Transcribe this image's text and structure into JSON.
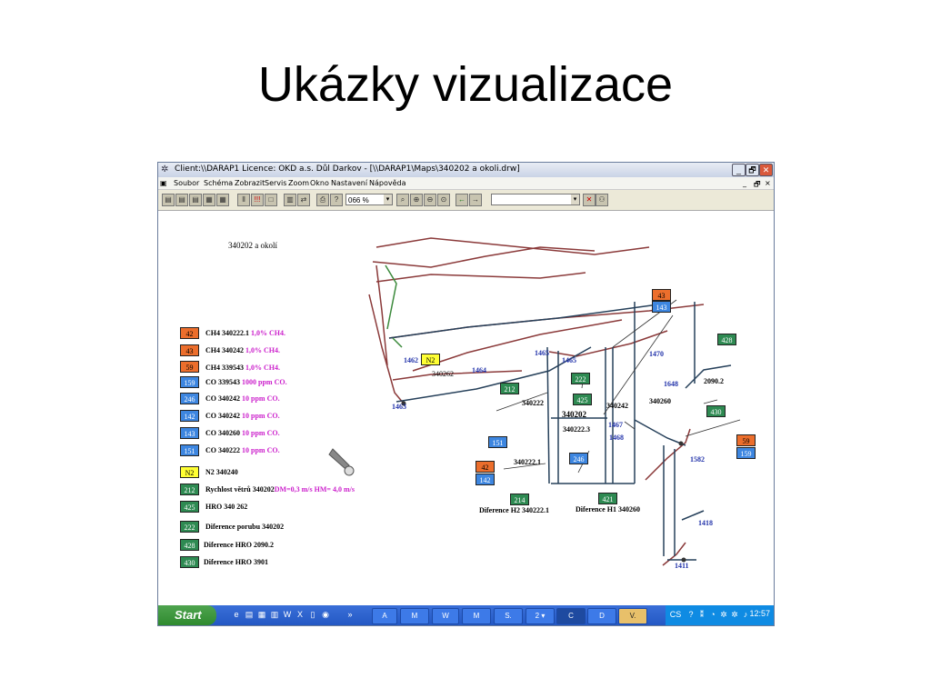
{
  "slide": {
    "title": "Ukázky vizualizace"
  },
  "window": {
    "title": "Client:\\\\DARAP1 Licence: OKD a.s. Důl Darkov - [\\\\DARAP1\\Maps\\340202 a okoli.drw]",
    "buttons": [
      "_",
      "🗗",
      "✕"
    ],
    "menu": [
      "Soubor",
      "Schéma",
      "Zobrazit",
      "Servis",
      "Zoom",
      "Okno",
      "Nastavení",
      "Nápověda"
    ],
    "zoom_value": "066 %",
    "layer_value": ""
  },
  "map": {
    "heading": "340202 a okolí",
    "legend": [
      {
        "badge": "42",
        "color": "orange",
        "label": "CH4 340222.1",
        "value": "1,0% CH4."
      },
      {
        "badge": "43",
        "color": "orange",
        "label": "CH4 340242",
        "value": "1,0% CH4."
      },
      {
        "badge": "59",
        "color": "orange",
        "label": "CH4 339543",
        "value": "1,0% CH4."
      },
      {
        "badge": "159",
        "color": "blue",
        "label": "CO 339543",
        "value": "1000 ppm CO."
      },
      {
        "badge": "246",
        "color": "blue",
        "label": "CO 340242",
        "value": "10 ppm CO."
      },
      {
        "badge": "142",
        "color": "blue",
        "label": "CO 340242",
        "value": "10 ppm CO."
      },
      {
        "badge": "143",
        "color": "blue",
        "label": "CO 340260",
        "value": "10 ppm CO."
      },
      {
        "badge": "151",
        "color": "blue",
        "label": "CO 340222",
        "value": "10 ppm CO."
      },
      {
        "badge": "N2",
        "color": "yellow",
        "label": "N2  340240",
        "value": ""
      },
      {
        "badge": "212",
        "color": "green",
        "label": "Rychlost větrů 340202",
        "value": "DM=0,3 m/s  HM= 4,0 m/s"
      },
      {
        "badge": "425",
        "color": "green",
        "label": "HRO 340 262",
        "value": ""
      },
      {
        "badge": "222",
        "color": "green",
        "label": "Diference porubu 340202",
        "value": ""
      },
      {
        "badge": "428",
        "color": "green",
        "label": "Diference HRO 2090.2",
        "value": ""
      },
      {
        "badge": "430",
        "color": "green",
        "label": "Diference HRO 3901",
        "value": ""
      }
    ],
    "boxes": [
      {
        "text": "43",
        "color": "orange",
        "key": "b43"
      },
      {
        "text": "143",
        "color": "blue",
        "key": "b143"
      },
      {
        "text": "428",
        "color": "green",
        "key": "b428"
      },
      {
        "text": "N2",
        "color": "yellow",
        "key": "bn2"
      },
      {
        "text": "222",
        "color": "green",
        "key": "b222"
      },
      {
        "text": "212",
        "color": "green",
        "key": "b212"
      },
      {
        "text": "425",
        "color": "green",
        "key": "b425"
      },
      {
        "text": "430",
        "color": "green",
        "key": "b430"
      },
      {
        "text": "151",
        "color": "blue",
        "key": "b151"
      },
      {
        "text": "246",
        "color": "blue",
        "key": "b246"
      },
      {
        "text": "42",
        "color": "orange",
        "key": "b42"
      },
      {
        "text": "142",
        "color": "blue",
        "key": "b142"
      },
      {
        "text": "214",
        "color": "green",
        "key": "b214"
      },
      {
        "text": "421",
        "color": "green",
        "key": "b421"
      },
      {
        "text": "59",
        "color": "orange",
        "key": "b59"
      },
      {
        "text": "159",
        "color": "blue",
        "key": "b159"
      }
    ],
    "labels": {
      "l1462": "1462",
      "l1463": "1463",
      "l340262": "340262",
      "l1464": "1464",
      "l1465a": "1465",
      "l1465b": "1465",
      "l1470": "1470",
      "l1648": "1648",
      "l20902": "2090.2",
      "l340222": "340222",
      "l340202": "340202",
      "l340242": "340242",
      "l340260": "340260",
      "l3402223": "340222.3",
      "l1467": "1467",
      "l1468": "1468",
      "l1582": "1582",
      "l3402221": "340222.1",
      "ldifh2": "Diference H2 340222.1",
      "ldifh1": "Diference H1 340260",
      "l1418": "1418",
      "l1411": "1411"
    }
  },
  "taskbar": {
    "start": "Start",
    "tasks": [
      "A",
      "M",
      "W",
      "M",
      "S.",
      "2 ▾",
      "C",
      "D",
      "V."
    ],
    "tray_text": "CS",
    "clock": "12:57"
  },
  "colors": {
    "orange": "#ec6e2c",
    "blue": "#3d86e0",
    "green": "#2e8a52",
    "yellow": "#ffff33",
    "mine_line": "#8b3a3a"
  }
}
